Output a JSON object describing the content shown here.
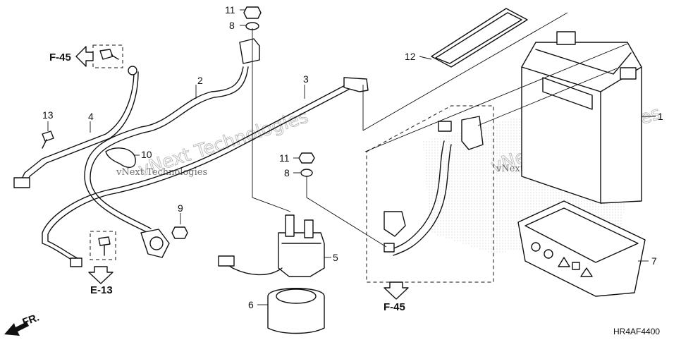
{
  "diagram": {
    "callouts": [
      {
        "id": "1",
        "label": "1"
      },
      {
        "id": "2",
        "label": "2"
      },
      {
        "id": "3",
        "label": "3"
      },
      {
        "id": "4",
        "label": "4"
      },
      {
        "id": "5",
        "label": "5"
      },
      {
        "id": "6",
        "label": "6"
      },
      {
        "id": "7",
        "label": "7"
      },
      {
        "id": "8a",
        "label": "8"
      },
      {
        "id": "8b",
        "label": "8"
      },
      {
        "id": "9",
        "label": "9"
      },
      {
        "id": "10",
        "label": "10"
      },
      {
        "id": "11a",
        "label": "11"
      },
      {
        "id": "11b",
        "label": "11"
      },
      {
        "id": "12",
        "label": "12"
      },
      {
        "id": "13",
        "label": "13"
      }
    ],
    "references": {
      "f45_top": "F-45",
      "f45_bottom": "F-45",
      "e13": "E-13",
      "front": "FR."
    },
    "watermark": {
      "line1": "vNext Technologies",
      "line2": "vNext Technologies"
    },
    "drawing_code": "HR4AF4400"
  }
}
